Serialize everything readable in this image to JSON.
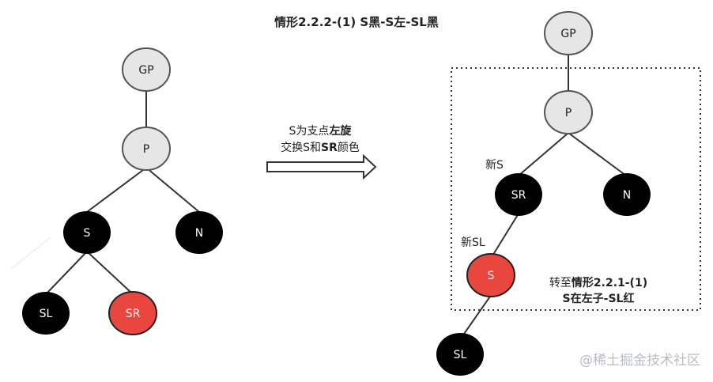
{
  "title": "情形2.2.2-(1) S黑-S左-SL黑",
  "left_tree": {
    "gp": "GP",
    "p": "P",
    "s": "S",
    "n": "N",
    "sl": "SL",
    "sr": "SR"
  },
  "arrow_label": {
    "line1_a": "S为支点",
    "line1_b": "左旋",
    "line2_a": "交换S和",
    "line2_b": "SR",
    "line2_c": "颜色"
  },
  "right_tree": {
    "gp": "GP",
    "p": "P",
    "sr": "SR",
    "n": "N",
    "s": "S",
    "sl": "SL",
    "label_new_s": "新S",
    "label_new_sl": "新SL"
  },
  "box_note": {
    "line1_a": "转至",
    "line1_b": "情形2.2.1-(1)",
    "line2": "S在左子-SL红"
  },
  "watermark": "@稀土掘金技术社区",
  "colors": {
    "black_node": "#000000",
    "red_node": "#e8463f",
    "grey_node": "#e6e6e6",
    "edge": "#333333"
  }
}
